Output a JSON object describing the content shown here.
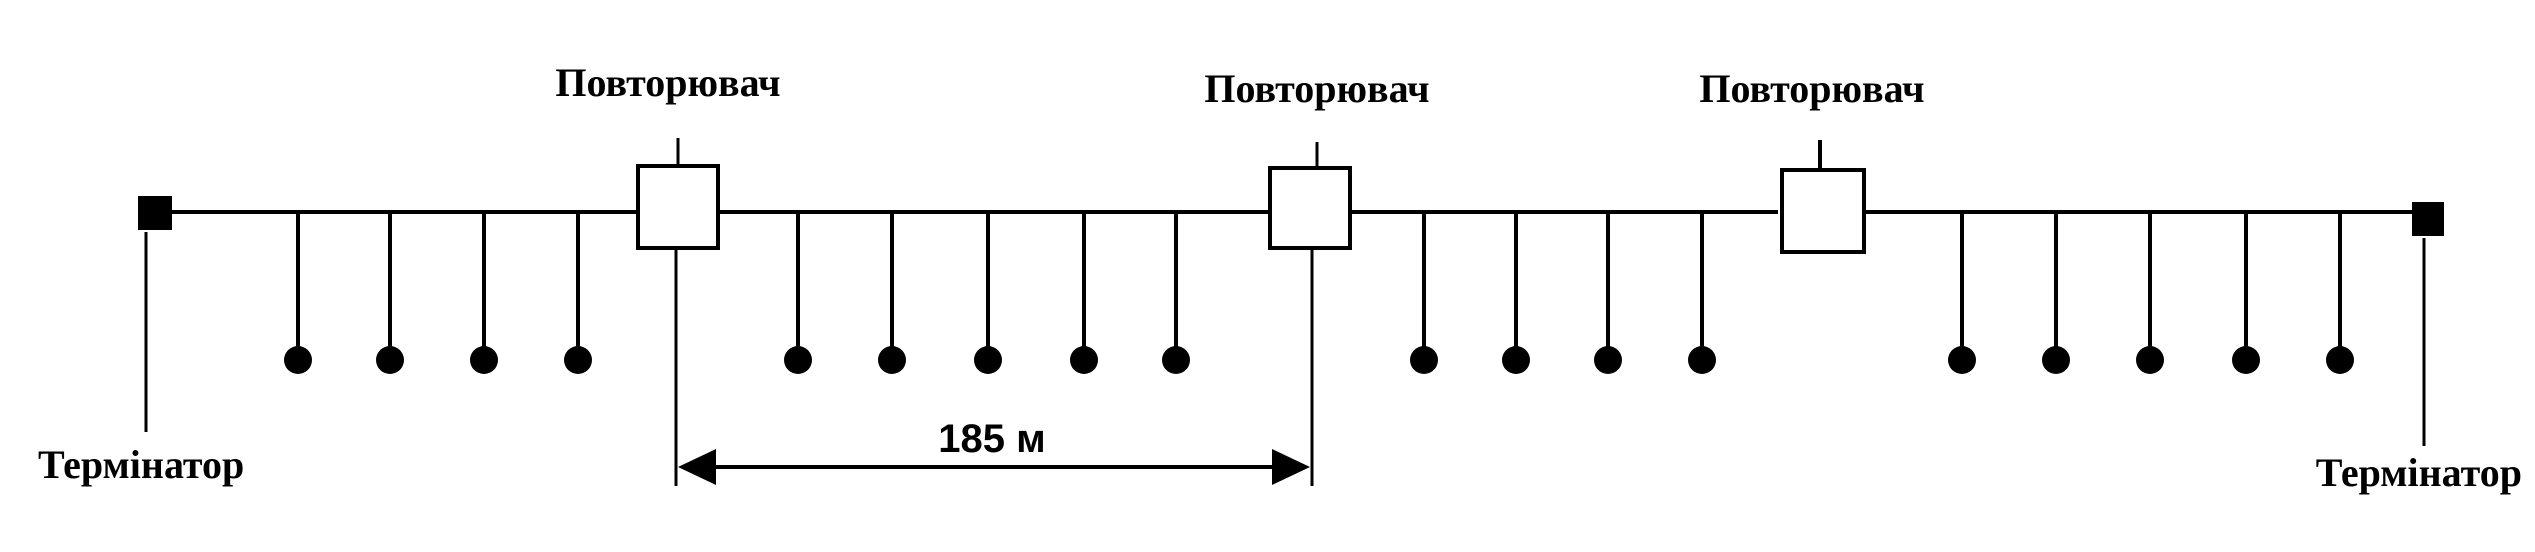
{
  "labels": {
    "repeater_1": "Повторювач",
    "repeater_2": "Повторювач",
    "repeater_3": "Повторювач",
    "terminator_left": "Термінатор",
    "terminator_right": "Термінатор",
    "distance": "185 м"
  },
  "segments": [
    {
      "name": "segment-1",
      "stations": 4
    },
    {
      "name": "segment-2",
      "stations": 5
    },
    {
      "name": "segment-3",
      "stations": 4
    },
    {
      "name": "segment-4",
      "stations": 5
    }
  ],
  "colors": {
    "ink": "#000000",
    "background": "#ffffff"
  }
}
